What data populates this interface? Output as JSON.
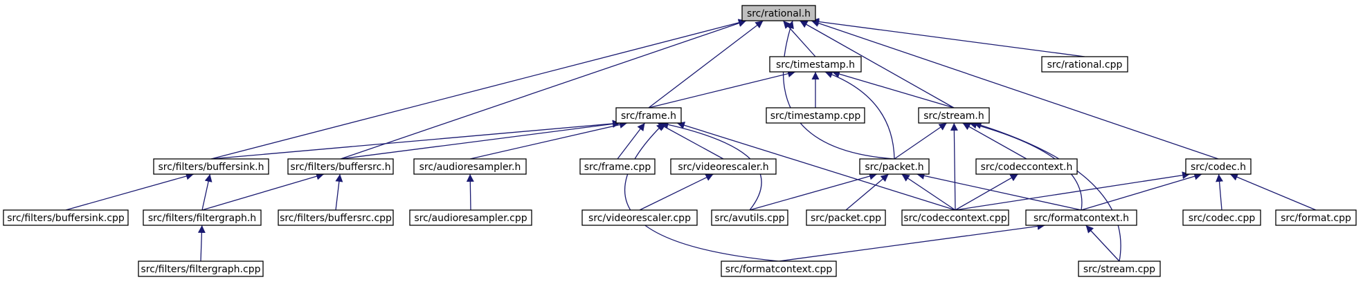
{
  "colors": {
    "edge": "#191970",
    "root_fill": "#bfbfbf",
    "node_fill": "#ffffff",
    "node_stroke": "#000000"
  },
  "nodes": [
    {
      "id": "rational_h",
      "label": "src/rational.h",
      "root": true
    },
    {
      "id": "timestamp_h",
      "label": "src/timestamp.h"
    },
    {
      "id": "rational_cpp",
      "label": "src/rational.cpp"
    },
    {
      "id": "frame_h",
      "label": "src/frame.h"
    },
    {
      "id": "timestamp_cpp",
      "label": "src/timestamp.cpp"
    },
    {
      "id": "stream_h",
      "label": "src/stream.h"
    },
    {
      "id": "buffersink_h",
      "label": "src/filters/buffersink.h"
    },
    {
      "id": "buffersrc_h",
      "label": "src/filters/buffersrc.h"
    },
    {
      "id": "audioresampler_h",
      "label": "src/audioresampler.h"
    },
    {
      "id": "frame_cpp",
      "label": "src/frame.cpp"
    },
    {
      "id": "videorescaler_h",
      "label": "src/videorescaler.h"
    },
    {
      "id": "packet_h",
      "label": "src/packet.h"
    },
    {
      "id": "codeccontext_h",
      "label": "src/codeccontext.h"
    },
    {
      "id": "codec_h",
      "label": "src/codec.h"
    },
    {
      "id": "buffersink_cpp",
      "label": "src/filters/buffersink.cpp"
    },
    {
      "id": "filtergraph_h",
      "label": "src/filters/filtergraph.h"
    },
    {
      "id": "buffersrc_cpp",
      "label": "src/filters/buffersrc.cpp"
    },
    {
      "id": "audioresampler_cpp",
      "label": "src/audioresampler.cpp"
    },
    {
      "id": "videorescaler_cpp",
      "label": "src/videorescaler.cpp"
    },
    {
      "id": "avutils_cpp",
      "label": "src/avutils.cpp"
    },
    {
      "id": "packet_cpp",
      "label": "src/packet.cpp"
    },
    {
      "id": "codeccontext_cpp",
      "label": "src/codeccontext.cpp"
    },
    {
      "id": "formatcontext_h",
      "label": "src/formatcontext.h"
    },
    {
      "id": "codec_cpp",
      "label": "src/codec.cpp"
    },
    {
      "id": "format_cpp",
      "label": "src/format.cpp"
    },
    {
      "id": "filtergraph_cpp",
      "label": "src/filters/filtergraph.cpp"
    },
    {
      "id": "formatcontext_cpp",
      "label": "src/formatcontext.cpp"
    },
    {
      "id": "stream_cpp",
      "label": "src/stream.cpp"
    }
  ],
  "edges": [
    {
      "from": "timestamp_h",
      "to": "rational_h"
    },
    {
      "from": "rational_cpp",
      "to": "rational_h"
    },
    {
      "from": "frame_h",
      "to": "rational_h"
    },
    {
      "from": "stream_h",
      "to": "rational_h"
    },
    {
      "from": "buffersink_h",
      "to": "rational_h"
    },
    {
      "from": "buffersrc_h",
      "to": "rational_h"
    },
    {
      "from": "packet_h",
      "to": "rational_h"
    },
    {
      "from": "codec_h",
      "to": "rational_h"
    },
    {
      "from": "frame_h",
      "to": "timestamp_h"
    },
    {
      "from": "timestamp_cpp",
      "to": "timestamp_h"
    },
    {
      "from": "stream_h",
      "to": "timestamp_h"
    },
    {
      "from": "packet_h",
      "to": "timestamp_h"
    },
    {
      "from": "buffersink_h",
      "to": "frame_h"
    },
    {
      "from": "buffersrc_h",
      "to": "frame_h"
    },
    {
      "from": "audioresampler_h",
      "to": "frame_h"
    },
    {
      "from": "frame_cpp",
      "to": "frame_h"
    },
    {
      "from": "videorescaler_h",
      "to": "frame_h"
    },
    {
      "from": "avutils_cpp",
      "to": "frame_h"
    },
    {
      "from": "codeccontext_cpp",
      "to": "frame_h"
    },
    {
      "from": "formatcontext_cpp",
      "to": "frame_h"
    },
    {
      "from": "packet_h",
      "to": "stream_h"
    },
    {
      "from": "codeccontext_h",
      "to": "stream_h"
    },
    {
      "from": "codeccontext_cpp",
      "to": "stream_h"
    },
    {
      "from": "formatcontext_h",
      "to": "stream_h"
    },
    {
      "from": "stream_cpp",
      "to": "stream_h"
    },
    {
      "from": "buffersink_cpp",
      "to": "buffersink_h"
    },
    {
      "from": "filtergraph_h",
      "to": "buffersink_h"
    },
    {
      "from": "filtergraph_h",
      "to": "buffersrc_h"
    },
    {
      "from": "buffersrc_cpp",
      "to": "buffersrc_h"
    },
    {
      "from": "audioresampler_cpp",
      "to": "audioresampler_h"
    },
    {
      "from": "videorescaler_cpp",
      "to": "videorescaler_h"
    },
    {
      "from": "avutils_cpp",
      "to": "packet_h"
    },
    {
      "from": "packet_cpp",
      "to": "packet_h"
    },
    {
      "from": "codeccontext_cpp",
      "to": "packet_h"
    },
    {
      "from": "formatcontext_h",
      "to": "packet_h"
    },
    {
      "from": "codeccontext_cpp",
      "to": "codeccontext_h"
    },
    {
      "from": "codeccontext_cpp",
      "to": "codec_h"
    },
    {
      "from": "formatcontext_h",
      "to": "codec_h"
    },
    {
      "from": "codec_cpp",
      "to": "codec_h"
    },
    {
      "from": "format_cpp",
      "to": "codec_h"
    },
    {
      "from": "filtergraph_cpp",
      "to": "filtergraph_h"
    },
    {
      "from": "formatcontext_cpp",
      "to": "formatcontext_h"
    },
    {
      "from": "stream_cpp",
      "to": "formatcontext_h"
    }
  ]
}
